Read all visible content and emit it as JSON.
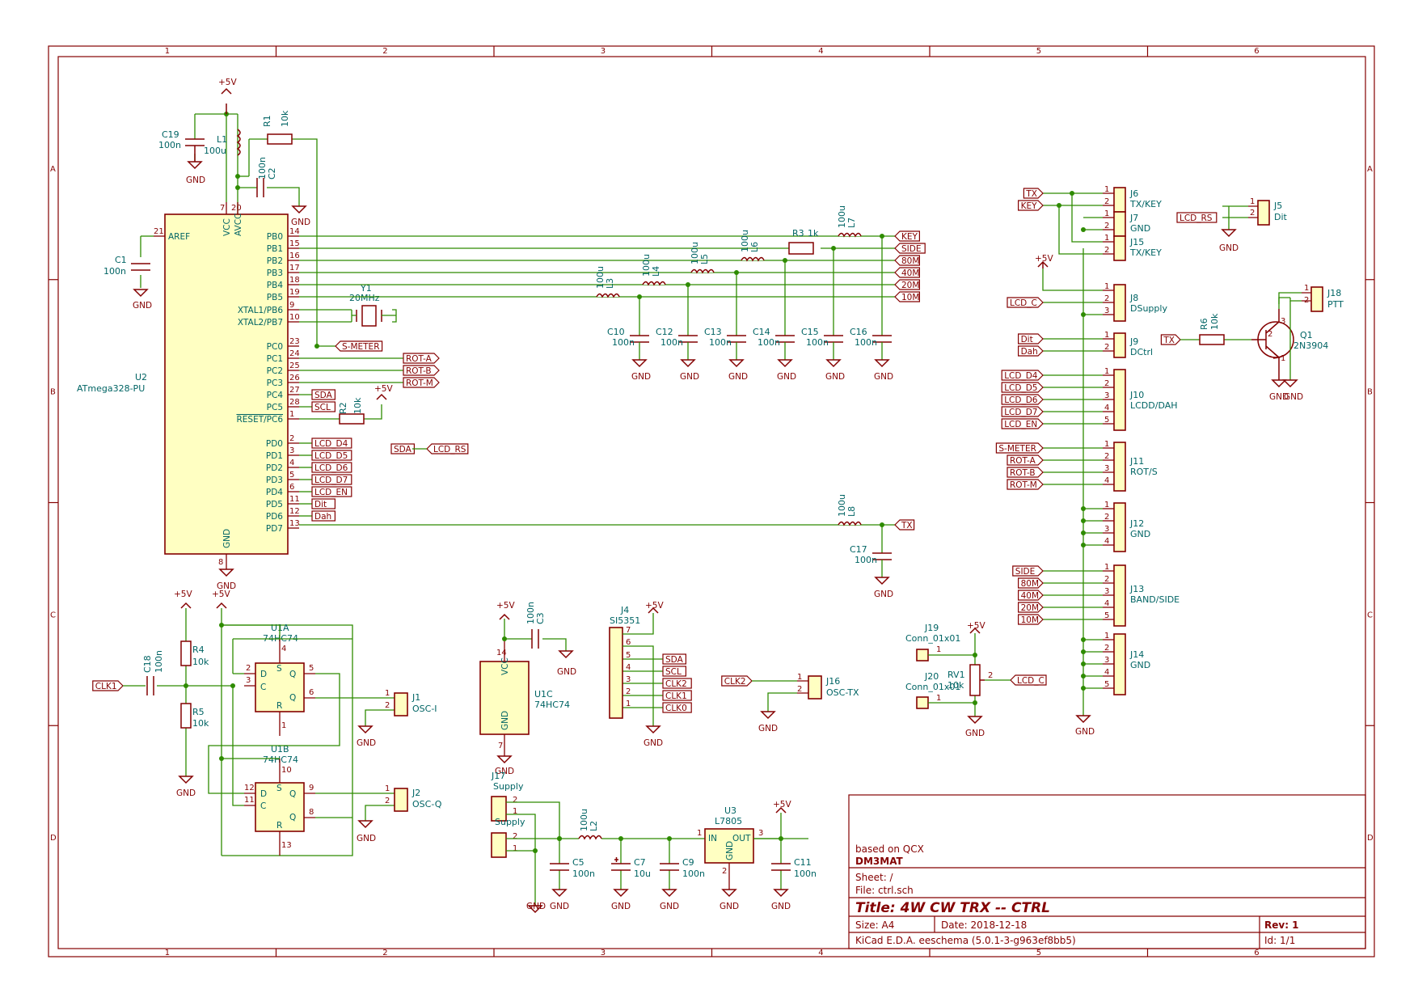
{
  "frame": {
    "columns": [
      "1",
      "2",
      "3",
      "4",
      "5",
      "6"
    ],
    "rows": [
      "A",
      "B",
      "C",
      "D"
    ]
  },
  "title_block": {
    "note": "based on QCX",
    "company": "DM3MAT",
    "sheet": "Sheet: /",
    "file": "File: ctrl.sch",
    "title": "Title: 4W CW TRX -- CTRL",
    "size": "Size: A4",
    "date": "Date: 2018-12-18",
    "rev": "Rev: 1",
    "tool": "KiCad E.D.A.  eeschema (5.0.1-3-g963ef8bb5)",
    "id": "Id: 1/1"
  },
  "power": {
    "vcc": "+5V",
    "gnd": "GND"
  },
  "u2": {
    "ref": "U2",
    "value": "ATmega328-PU",
    "left_pins": [
      {
        "num": "21",
        "name": "AREF"
      }
    ],
    "top_pins": [
      {
        "num": "7",
        "name": "VCC"
      },
      {
        "num": "20",
        "name": "AVCC"
      }
    ],
    "bottom_pin": {
      "num": "8",
      "name": "GND"
    },
    "right_pins": [
      {
        "num": "14",
        "name": "PB0"
      },
      {
        "num": "15",
        "name": "PB1"
      },
      {
        "num": "16",
        "name": "PB2"
      },
      {
        "num": "17",
        "name": "PB3"
      },
      {
        "num": "18",
        "name": "PB4"
      },
      {
        "num": "19",
        "name": "PB5"
      },
      {
        "num": "9",
        "name": "XTAL1/PB6"
      },
      {
        "num": "10",
        "name": "XTAL2/PB7"
      },
      {
        "num": "23",
        "name": "PC0"
      },
      {
        "num": "24",
        "name": "PC1"
      },
      {
        "num": "25",
        "name": "PC2"
      },
      {
        "num": "26",
        "name": "PC3"
      },
      {
        "num": "27",
        "name": "PC4"
      },
      {
        "num": "28",
        "name": "PC5"
      },
      {
        "num": "1",
        "name": "RESET/PC6"
      },
      {
        "num": "2",
        "name": "PD0"
      },
      {
        "num": "3",
        "name": "PD1"
      },
      {
        "num": "4",
        "name": "PD2"
      },
      {
        "num": "5",
        "name": "PD3"
      },
      {
        "num": "6",
        "name": "PD4"
      },
      {
        "num": "11",
        "name": "PD5"
      },
      {
        "num": "12",
        "name": "PD6"
      },
      {
        "num": "13",
        "name": "PD7"
      }
    ]
  },
  "parts": {
    "c19": {
      "ref": "C19",
      "value": "100n"
    },
    "l1": {
      "ref": "L1",
      "value": "100u"
    },
    "r1": {
      "ref": "R1",
      "value": "10k"
    },
    "c2": {
      "ref": "C2",
      "value": "100n"
    },
    "c1": {
      "ref": "C1",
      "value": "100n"
    },
    "y1": {
      "ref": "Y1",
      "value": "20MHz"
    },
    "r2": {
      "ref": "R2",
      "value": "10k"
    },
    "l3": {
      "ref": "L3",
      "value": "100u"
    },
    "l4": {
      "ref": "L4",
      "value": "100u"
    },
    "l5": {
      "ref": "L5",
      "value": "100u"
    },
    "l6": {
      "ref": "L6",
      "value": "100u"
    },
    "r3": {
      "ref": "R3",
      "value": "1k"
    },
    "l7": {
      "ref": "L7",
      "value": "100u"
    },
    "l8": {
      "ref": "L8",
      "value": "100u"
    },
    "c10": {
      "ref": "C10",
      "value": "100n"
    },
    "c12": {
      "ref": "C12",
      "value": "100n"
    },
    "c13": {
      "ref": "C13",
      "value": "100n"
    },
    "c14": {
      "ref": "C14",
      "value": "100n"
    },
    "c15": {
      "ref": "C15",
      "value": "100n"
    },
    "c16": {
      "ref": "C16",
      "value": "100n"
    },
    "c17": {
      "ref": "C17",
      "value": "100n"
    },
    "c18": {
      "ref": "C18",
      "value": "100n"
    },
    "r4": {
      "ref": "R4",
      "value": "10k"
    },
    "r5": {
      "ref": "R5",
      "value": "10k"
    },
    "u1a": {
      "ref": "U1A",
      "value": "74HC74"
    },
    "u1b": {
      "ref": "U1B",
      "value": "74HC74"
    },
    "u1c": {
      "ref": "U1C",
      "value": "74HC74"
    },
    "c3": {
      "ref": "C3",
      "value": "100n"
    },
    "j4": {
      "ref": "J4",
      "value": "SI5351"
    },
    "j1": {
      "ref": "J1",
      "value": "OSC-I"
    },
    "j2": {
      "ref": "J2",
      "value": "OSC-Q"
    },
    "j16": {
      "ref": "J16",
      "value": "OSC-TX"
    },
    "j17": {
      "ref": "J17",
      "value": "Supply"
    },
    "l2": {
      "ref": "L2",
      "value": "100u"
    },
    "c5": {
      "ref": "C5",
      "value": "100n"
    },
    "c7": {
      "ref": "C7",
      "value": "10u"
    },
    "c9": {
      "ref": "C9",
      "value": "100n"
    },
    "u3": {
      "ref": "U3",
      "value": "L7805"
    },
    "c11": {
      "ref": "C11",
      "value": "100n"
    },
    "j19": {
      "ref": "J19",
      "value": "Conn_01x01"
    },
    "j20": {
      "ref": "J20",
      "value": "Conn_01x01"
    },
    "rv1": {
      "ref": "RV1",
      "value": "10k"
    },
    "j5": {
      "ref": "J5",
      "value": "Dit"
    },
    "j6": {
      "ref": "J6",
      "value": "TX/KEY"
    },
    "j7": {
      "ref": "J7",
      "value": "GND"
    },
    "j15": {
      "ref": "J15",
      "value": "TX/KEY"
    },
    "j8": {
      "ref": "J8",
      "value": "DSupply"
    },
    "j9": {
      "ref": "J9",
      "value": "DCtrl"
    },
    "j10": {
      "ref": "J10",
      "value": "LCDD/DAH"
    },
    "j11": {
      "ref": "J11",
      "value": "ROT/S"
    },
    "j12": {
      "ref": "J12",
      "value": "GND"
    },
    "j13": {
      "ref": "J13",
      "value": "BAND/SIDE"
    },
    "j14": {
      "ref": "J14",
      "value": "GND"
    },
    "j18": {
      "ref": "J18",
      "value": "PTT"
    },
    "r6": {
      "ref": "R6",
      "value": "10k"
    },
    "q1": {
      "ref": "Q1",
      "value": "2N3904"
    }
  },
  "labels": {
    "key": "KEY",
    "side": "SIDE",
    "b80": "80M",
    "b40": "40M",
    "b20": "20M",
    "b10": "10M",
    "smeter": "S-METER",
    "rota": "ROT-A",
    "rotb": "ROT-B",
    "rotm": "ROT-M",
    "sda": "SDA",
    "scl": "SCL",
    "lcd_d4": "LCD_D4",
    "lcd_d5": "LCD_D5",
    "lcd_d6": "LCD_D6",
    "lcd_d7": "LCD_D7",
    "lcd_en": "LCD_EN",
    "dit": "Dit",
    "dah": "Dah",
    "tx": "TX",
    "lcd_rs": "LCD_RS",
    "clk0": "CLK0",
    "clk1": "CLK1",
    "clk2": "CLK2",
    "lcd_c": "LCD_C"
  }
}
